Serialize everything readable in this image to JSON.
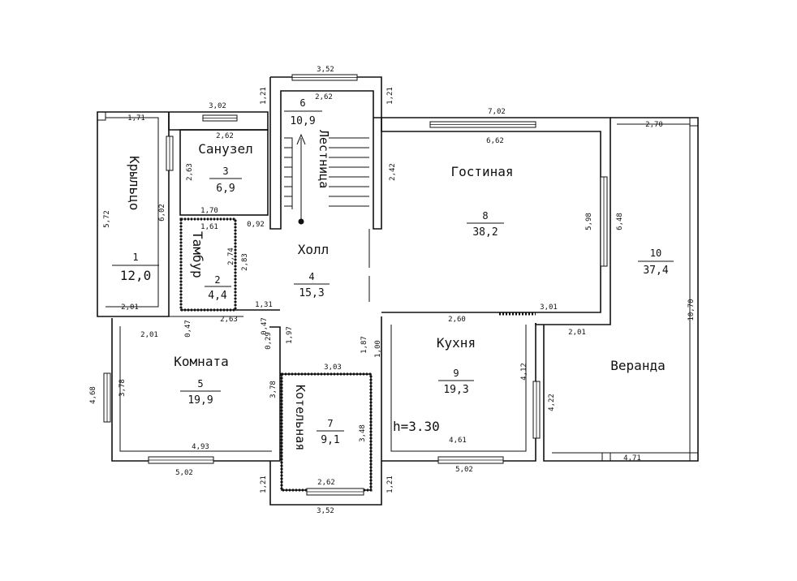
{
  "rooms": [
    {
      "key": "porch",
      "num": "1",
      "area": "12,0",
      "name": "Крыльцо"
    },
    {
      "key": "vestibule",
      "num": "2",
      "area": "4,4",
      "name": "Тамбур"
    },
    {
      "key": "bathroom",
      "num": "3",
      "area": "6,9",
      "name": "Санузел"
    },
    {
      "key": "hall",
      "num": "4",
      "area": "15,3",
      "name": "Холл"
    },
    {
      "key": "room",
      "num": "5",
      "area": "19,9",
      "name": "Комната"
    },
    {
      "key": "stairs",
      "num": "6",
      "area": "10,9",
      "name": "Лестница"
    },
    {
      "key": "boiler",
      "num": "7",
      "area": "9,1",
      "name": "Котельная"
    },
    {
      "key": "living",
      "num": "8",
      "area": "38,2",
      "name": "Гостиная"
    },
    {
      "key": "kitchen",
      "num": "9",
      "area": "19,3",
      "name": "Кухня"
    },
    {
      "key": "veranda",
      "num": "10",
      "area": "37,4",
      "name": "Веранда"
    }
  ],
  "ceiling_height": "h=3.30",
  "dimensions": [
    "3,52",
    "1,21",
    "2,62",
    "1,21",
    "3,02",
    "1,71",
    "2,62",
    "2,63",
    "6,02",
    "5,72",
    "1,70",
    "1,61",
    "0,92",
    "2,74",
    "2,83",
    "2,01",
    "1,31",
    "2,63",
    "0,47",
    "0,47",
    "0,29",
    "1,97",
    "2,01",
    "3,78",
    "4,68",
    "3,78",
    "4,93",
    "5,02",
    "3,03",
    "3,48",
    "2,62",
    "3,52",
    "1,21",
    "1,21",
    "7,02",
    "6,62",
    "2,42",
    "5,98",
    "6,48",
    "2,70",
    "10,70",
    "2,60",
    "3,01",
    "2,01",
    "1,87",
    "1,00",
    "4,12",
    "4,22",
    "4,61",
    "5,02",
    "4,71"
  ]
}
